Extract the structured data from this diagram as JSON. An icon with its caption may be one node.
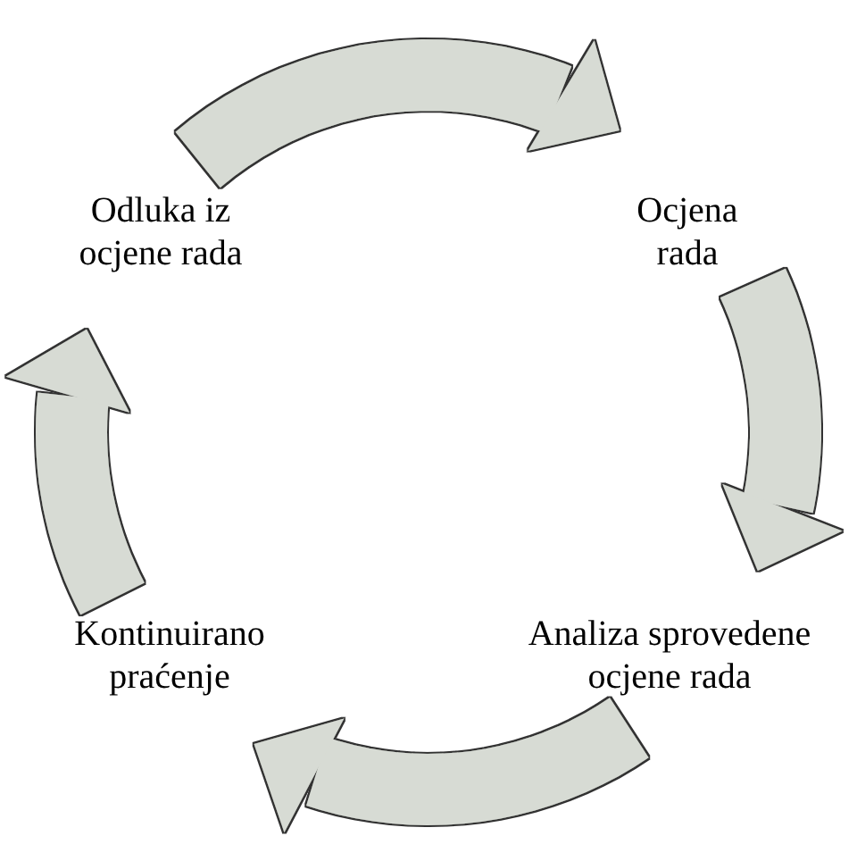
{
  "diagram": {
    "nodes": [
      {
        "text": [
          "Odluka iz ocjene rada"
        ]
      },
      {
        "text": [
          "Ocjena rada"
        ]
      },
      {
        "text": [
          "Kontinuirano praćenje"
        ]
      },
      {
        "text": [
          "Analiza sprovedene ocjene rada"
        ]
      }
    ],
    "edges": [
      {
        "from": 0,
        "to": 1,
        "arrow": "to"
      },
      {
        "from": 1,
        "to": 3,
        "arrow": "to"
      },
      {
        "from": 3,
        "to": 2,
        "arrow": "to"
      },
      {
        "from": 2,
        "to": 0,
        "arrow": "to"
      }
    ]
  }
}
